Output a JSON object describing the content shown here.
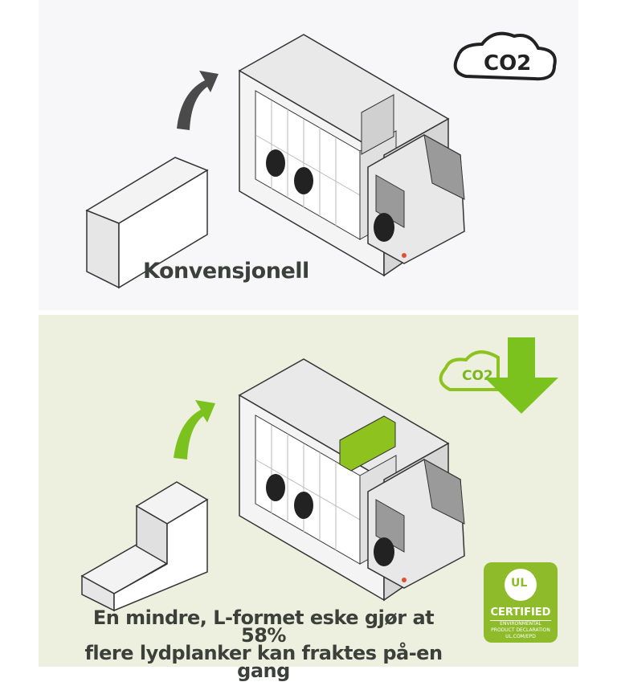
{
  "top_panel": {
    "label": "Konvensjonell",
    "co2_label": "CO2"
  },
  "bottom_panel": {
    "caption_line1": "En mindre, L-formet eske gjør at 58%",
    "caption_line2": "flere lydplanker kan fraktes på-en gang",
    "co2_label": "CO2",
    "badge": {
      "logo": "UL",
      "title": "CERTIFIED",
      "line1": "ENVIRONMENTAL",
      "line2": "PRODUCT DECLARATION",
      "line3": "UL.COM/EPD"
    }
  },
  "colors": {
    "accent_green": "#8dbb2a",
    "arrow_dark": "#4a4a4a",
    "text": "#3d3f3a"
  }
}
